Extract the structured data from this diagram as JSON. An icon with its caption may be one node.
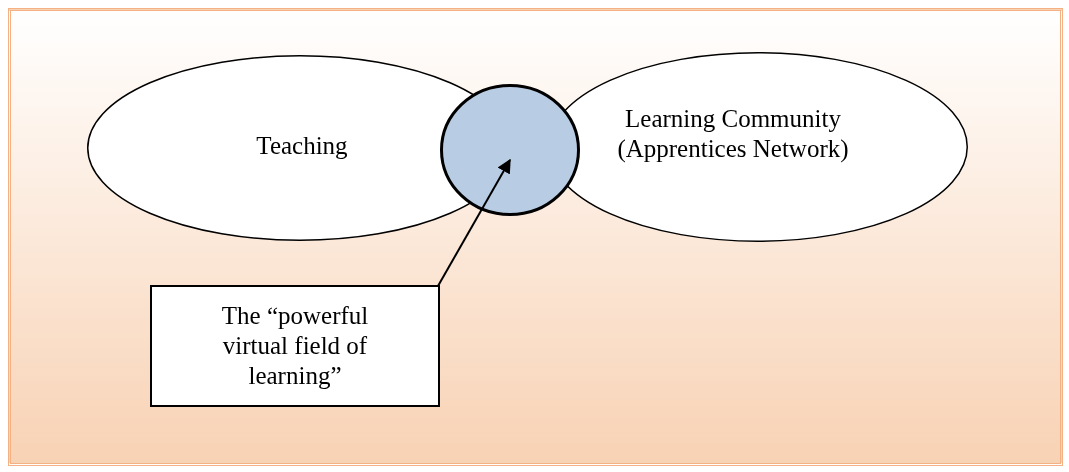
{
  "diagram": {
    "nodes": [
      {
        "text": [
          "Teaching"
        ]
      },
      {
        "text": [
          "Learning Community (Apprentices Network)"
        ]
      },
      {
        "text": [],
        "shape": "circle"
      },
      {
        "text": [
          "The “powerful virtual field of learning”"
        ]
      }
    ],
    "edges": [
      {
        "from": 3,
        "to": 2,
        "arrow": "to"
      }
    ]
  }
}
